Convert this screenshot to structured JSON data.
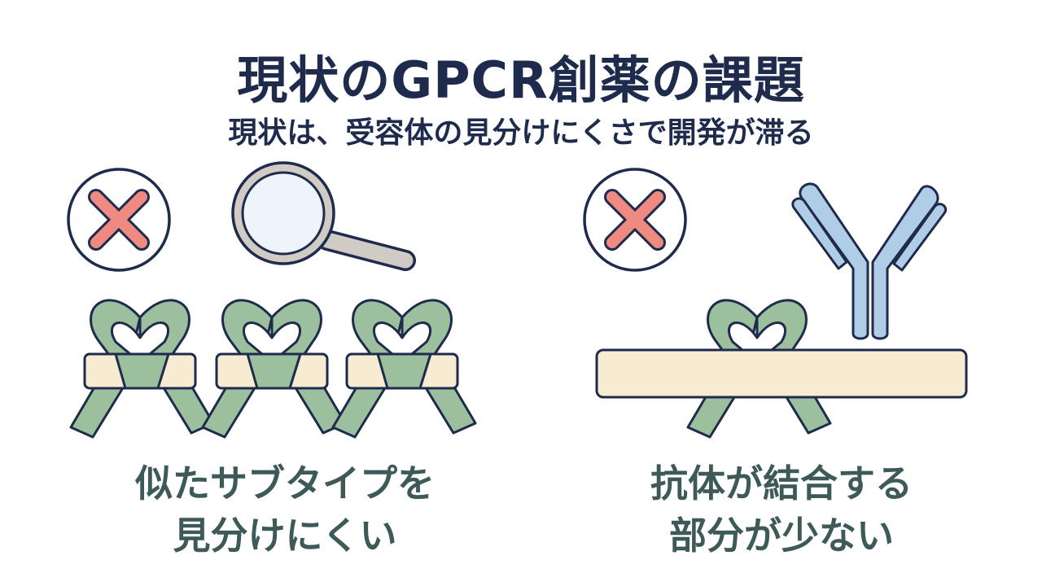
{
  "title": "現状のGPCR創薬の課題",
  "subtitle": "現状は、受容体の見分けにくさで開発が滞る",
  "left_panel": {
    "caption_line1": "似たサブタイプを",
    "caption_line2": "見分けにくい",
    "icons": [
      "cross-icon",
      "magnifier-icon",
      "ribbon-icon",
      "ribbon-icon",
      "ribbon-icon"
    ]
  },
  "right_panel": {
    "caption_line1": "抗体が結合する",
    "caption_line2": "部分が少ない",
    "icons": [
      "cross-icon",
      "antibody-icon",
      "ribbon-icon"
    ]
  },
  "colors": {
    "title": "#1f2b4d",
    "caption": "#3d5a58",
    "outline": "#1f2b4d",
    "cross": "#ee8a80",
    "ribbon": "#9cbf9e",
    "membrane": "#f7ecd2",
    "antibody": "#b0cde8",
    "lens": "#eef4fb",
    "handle": "#d0ccc5"
  }
}
